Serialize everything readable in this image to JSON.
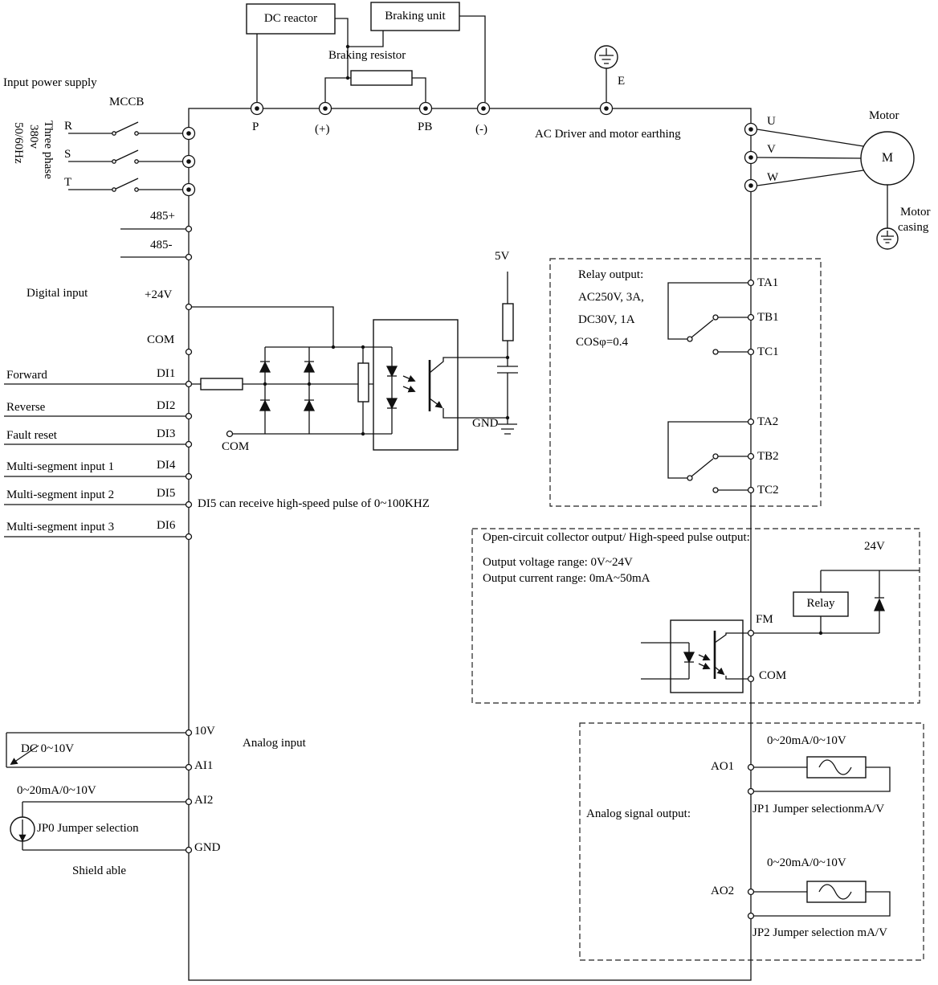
{
  "top": {
    "dc_reactor": "DC reactor",
    "braking_unit": "Braking unit",
    "braking_resistor": "Braking resistor",
    "input_power_supply": "Input power supply",
    "mccb": "MCCB",
    "phase_r": "R",
    "phase_s": "S",
    "phase_t": "T",
    "three_phase": "Three phase",
    "voltage": "380v",
    "frequency": "50/60Hz",
    "terminal_p": "P",
    "terminal_plus": "(+)",
    "terminal_pb": "PB",
    "terminal_minus": "(-)",
    "earth": "E",
    "earthing_note": "AC Driver and motor earthing"
  },
  "comm": {
    "rs485_plus": "485+",
    "rs485_minus": "485-"
  },
  "digital": {
    "section_label": "Digital input",
    "v24": "+24V",
    "com": "COM",
    "di1": "DI1",
    "di2": "DI2",
    "di3": "DI3",
    "di4": "DI4",
    "di5": "DI5",
    "di6": "DI6",
    "forward": "Forward",
    "reverse": "Reverse",
    "fault_reset": "Fault reset",
    "multi1": "Multi-segment input 1",
    "multi2": "Multi-segment input 2",
    "multi3": "Multi-segment input 3",
    "di5_note": "DI5 can receive  high-speed pulse of 0~100KHZ",
    "v5": "5V",
    "gnd": "GND",
    "com_internal": "COM"
  },
  "motor": {
    "label": "Motor",
    "symbol": "M",
    "u": "U",
    "v": "V",
    "w": "W",
    "casing_line1": "Motor",
    "casing_line2": "casing"
  },
  "relay_output": {
    "title": "Relay output:",
    "spec1": "AC250V, 3A,",
    "spec2": "DC30V, 1A",
    "spec3": "COSφ=0.4",
    "ta1": "TA1",
    "tb1": "TB1",
    "tc1": "TC1",
    "ta2": "TA2",
    "tb2": "TB2",
    "tc2": "TC2"
  },
  "collector_output": {
    "title": "Open-circuit  collector output/ High-speed pulse output:",
    "voltage_range": "Output voltage range:  0V~24V",
    "current_range": "Output current range:  0mA~50mA",
    "v24": "24V",
    "relay": "Relay",
    "fm": "FM",
    "com": "COM"
  },
  "analog_output": {
    "title": "Analog signal output:",
    "ao1_range": "0~20mA/0~10V",
    "ao1": "AO1",
    "jp1": "JP1 Jumper selectionmA/V",
    "ao2_range": "0~20mA/0~10V",
    "ao2": "AO2",
    "jp2": "JP2 Jumper selection mA/V"
  },
  "analog_input": {
    "section_label": "Analog input",
    "v10": "10V",
    "ai1": "AI1",
    "ai2": "AI2",
    "gnd": "GND",
    "dc_range": "DC 0~10V",
    "ai2_range": "0~20mA/0~10V",
    "jp0": "JP0 Jumper selection",
    "shield": "Shield able"
  }
}
